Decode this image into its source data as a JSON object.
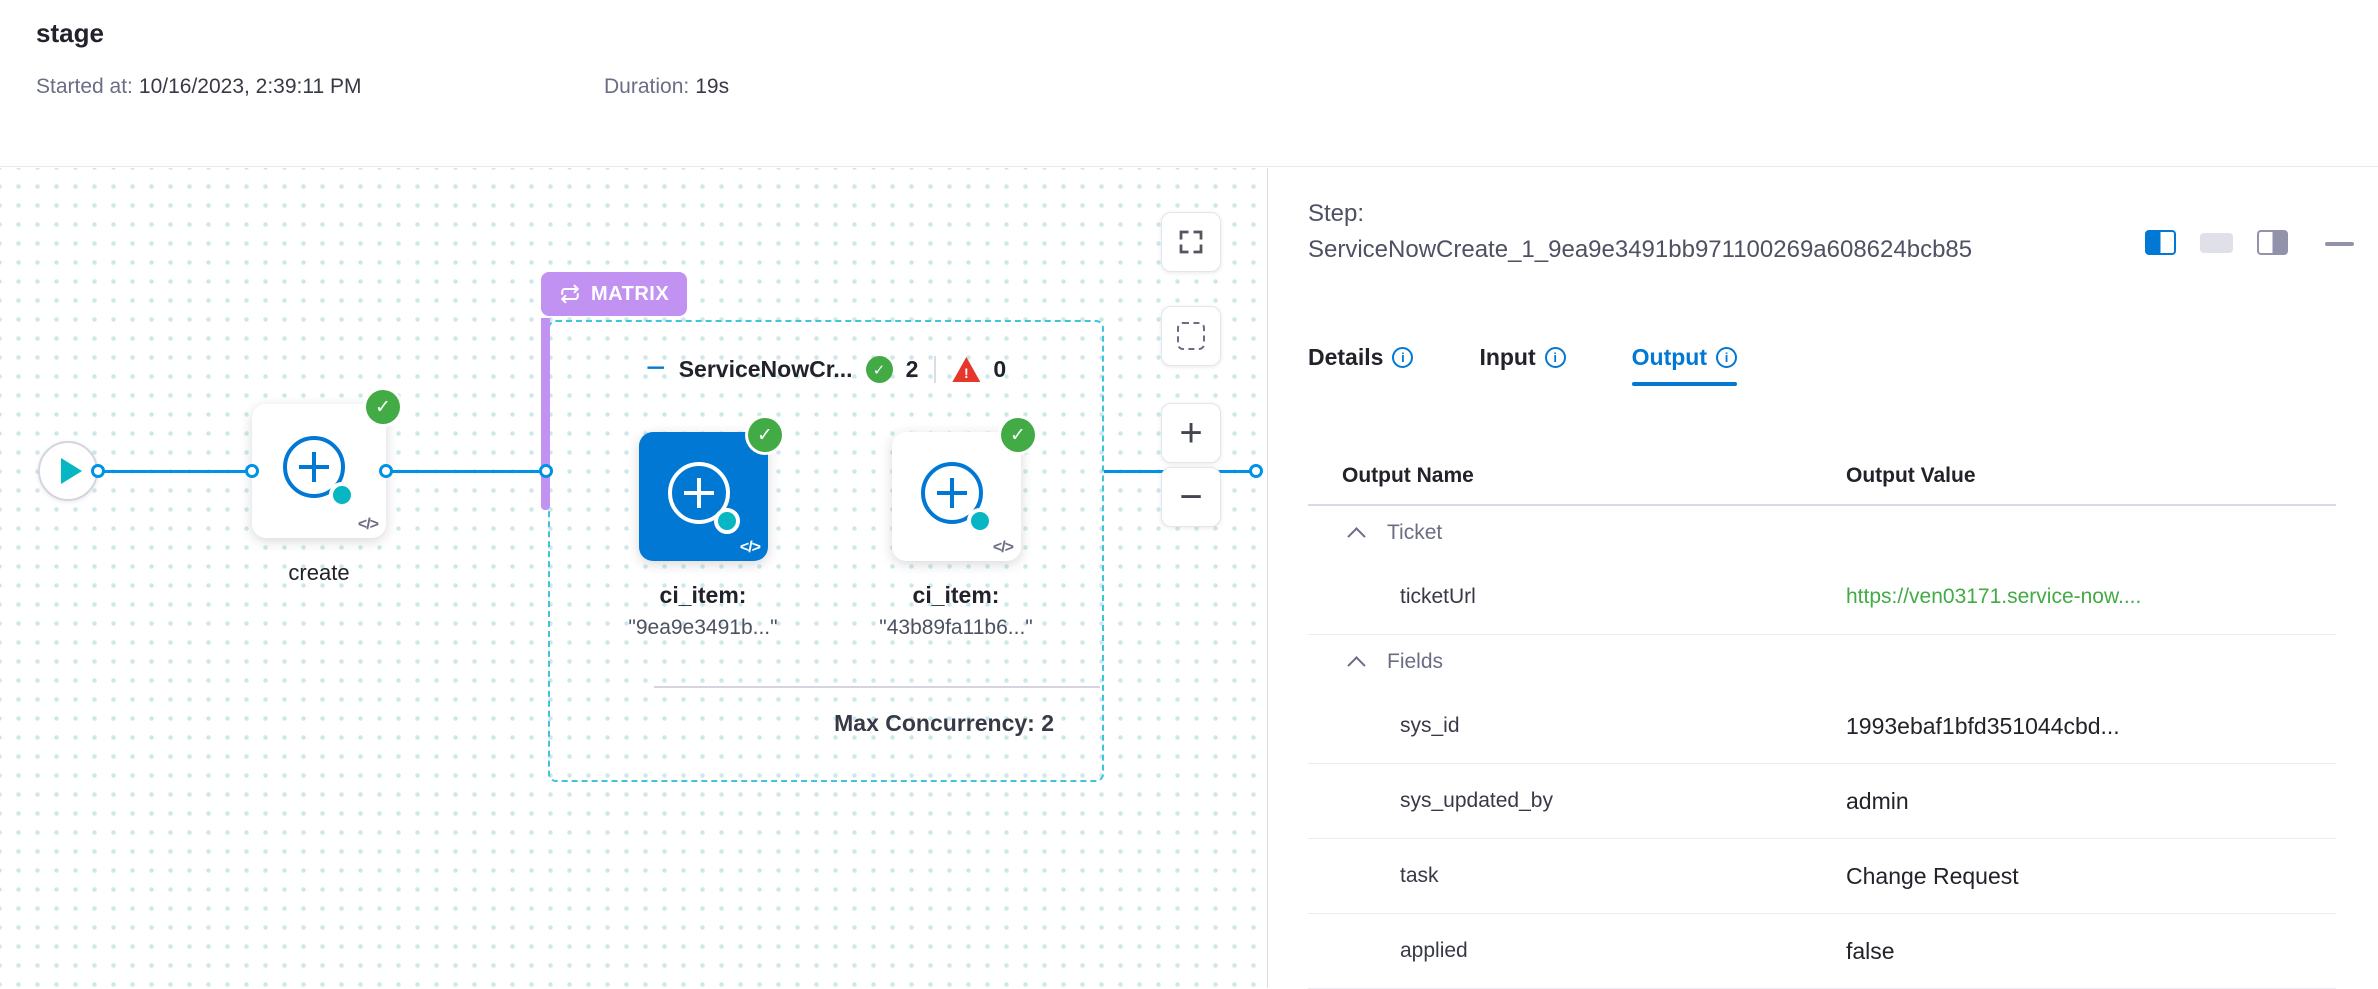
{
  "header": {
    "title": "stage",
    "started_label": "Started at:",
    "started_value": "10/16/2023, 2:39:11 PM",
    "duration_label": "Duration:",
    "duration_value": "19s"
  },
  "canvas": {
    "create_step": {
      "label": "create",
      "code_icon": "</>"
    },
    "matrix": {
      "badge_label": "MATRIX",
      "collapse_glyph": "−",
      "title": "ServiceNowCr...",
      "success_count": "2",
      "failed_count": "0",
      "nodes": [
        {
          "key": "ci_item:",
          "value": "\"9ea9e3491b...\"",
          "code_icon": "</>"
        },
        {
          "key": "ci_item:",
          "value": "\"43b89fa11b6...\"",
          "code_icon": "</>"
        }
      ],
      "max_concurrency": "Max Concurrency: 2"
    },
    "controls": {
      "zoom_in": "+",
      "zoom_out": "−"
    }
  },
  "panel": {
    "step_prefix": "Step:",
    "step_name": "ServiceNowCreate_1_9ea9e3491bb971100269a608624bcb85",
    "info_glyph": "i",
    "tabs": [
      {
        "label": "Details"
      },
      {
        "label": "Input"
      },
      {
        "label": "Output"
      }
    ],
    "table": {
      "columns": [
        "Output Name",
        "Output Value"
      ],
      "rows": [
        {
          "type": "section",
          "label": "Ticket"
        },
        {
          "type": "data",
          "name": "ticketUrl",
          "value": "https://ven03171.service-now...."
        },
        {
          "type": "section",
          "label": "Fields"
        },
        {
          "type": "data",
          "name": "sys_id",
          "value": "1993ebaf1bfd351044cbd..."
        },
        {
          "type": "data",
          "name": "sys_updated_by",
          "value": "admin"
        },
        {
          "type": "data",
          "name": "task",
          "value": "Change Request"
        },
        {
          "type": "data",
          "name": "applied",
          "value": "false"
        }
      ]
    }
  },
  "icons": {
    "check": "✓",
    "warning": "!"
  },
  "colors": {
    "primary_blue": "#0278d5",
    "connector_blue": "#0092e4",
    "success_green": "#42ab45",
    "error_red": "#e5372b",
    "matrix_purple": "#c292f3",
    "link_green": "#42ab45",
    "teal": "#06b7c3"
  }
}
